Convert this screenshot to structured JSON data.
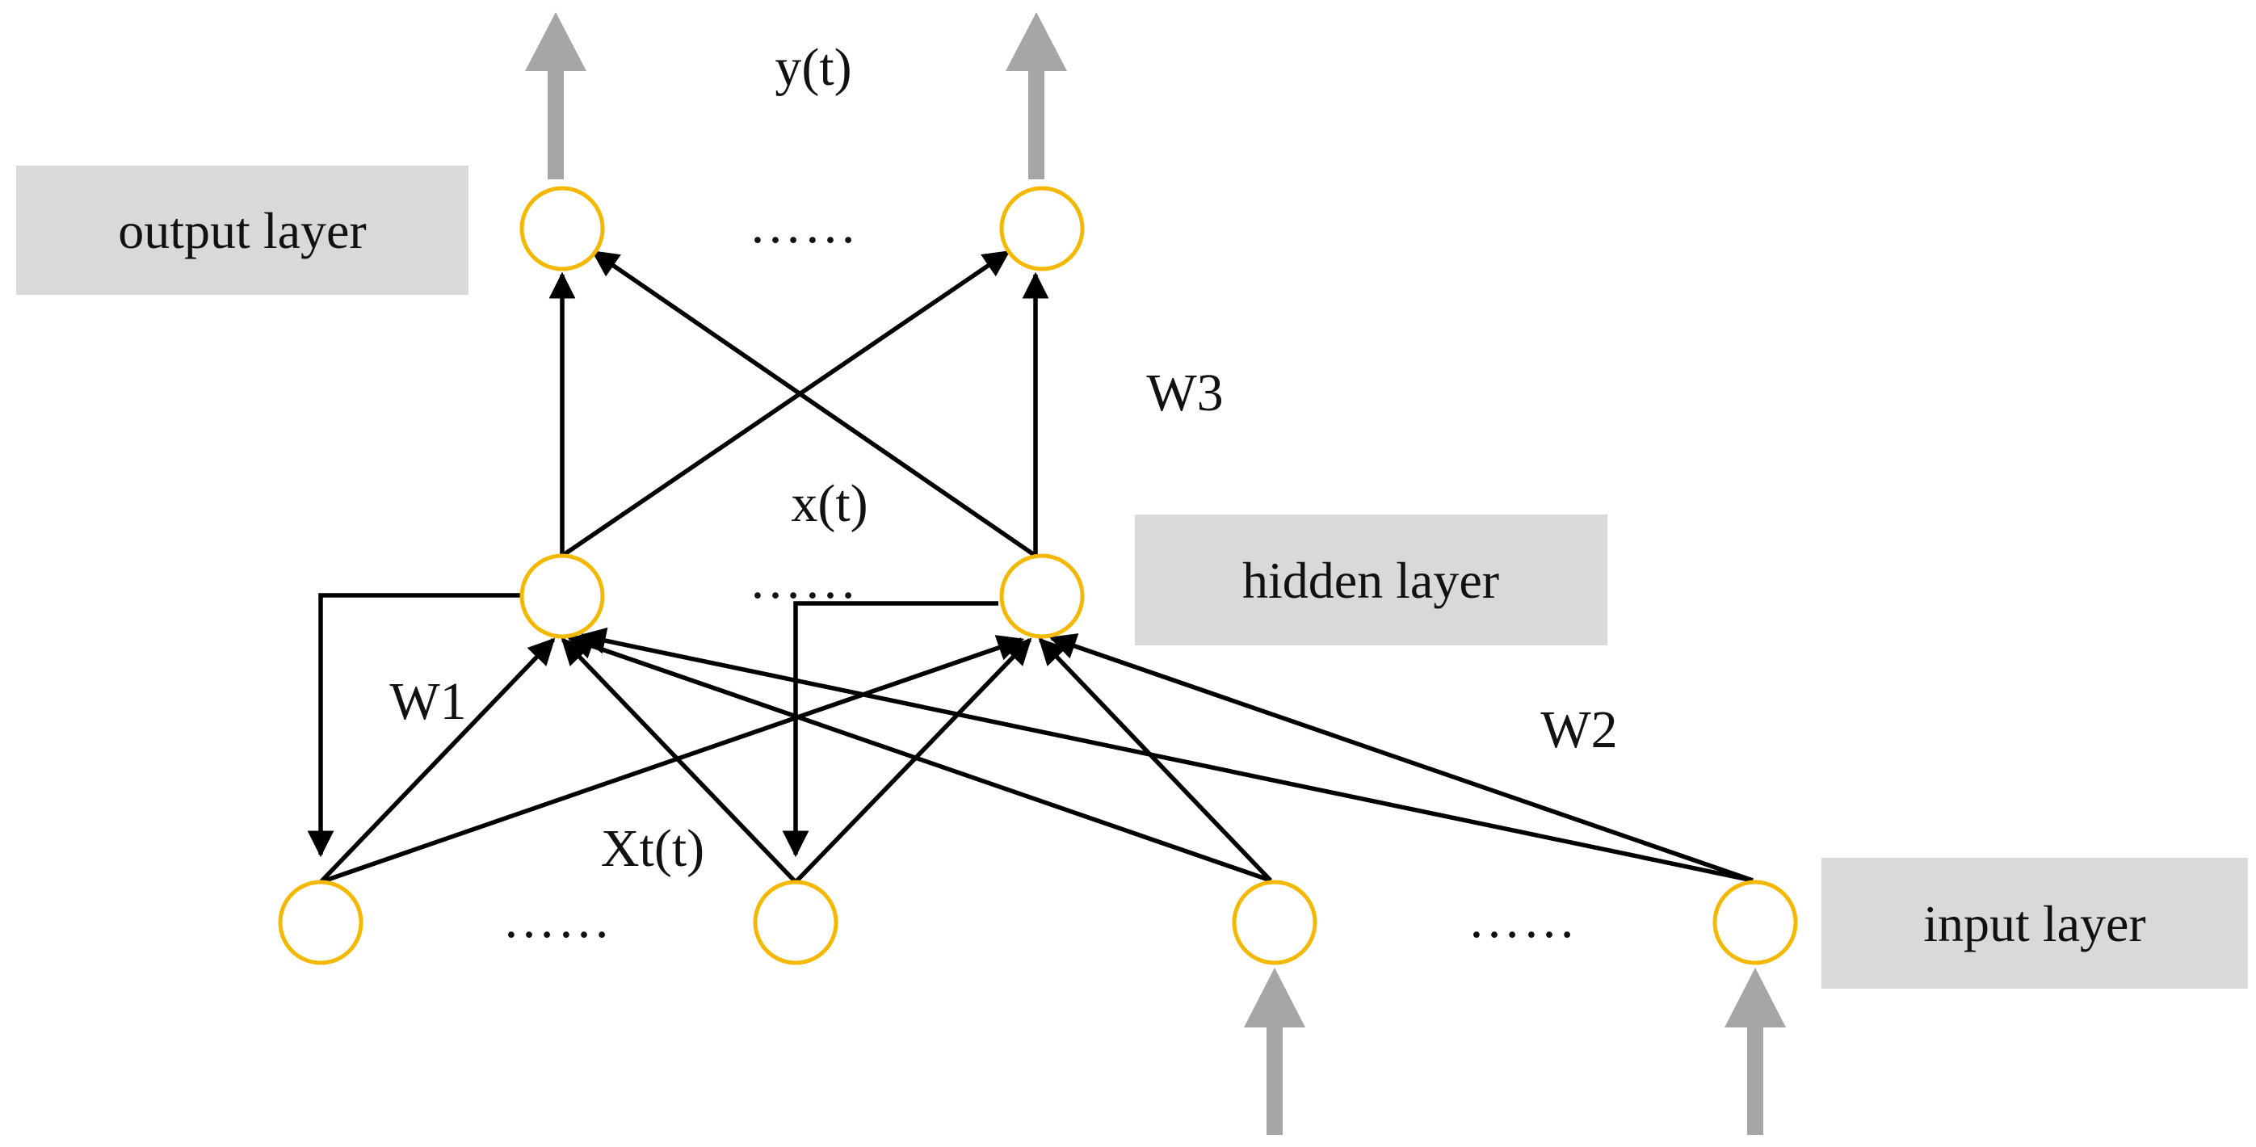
{
  "layers": {
    "output": "output layer",
    "hidden": "hidden layer",
    "input": "input layer"
  },
  "symbols": {
    "output_signal": "y(t)",
    "hidden_state": "x(t)",
    "context_input": "Xt(t)",
    "weight_input_hidden": "W1",
    "weight_context_hidden": "W2",
    "weight_hidden_output": "W3"
  },
  "ellipses": {
    "output": "……",
    "hidden": "……",
    "input_left": "……",
    "input_right": "……"
  },
  "colors": {
    "node_stroke": "#f5b800",
    "edge": "#000000",
    "io_arrow": "#a6a6a6",
    "label_box": "#d9d9d9"
  }
}
